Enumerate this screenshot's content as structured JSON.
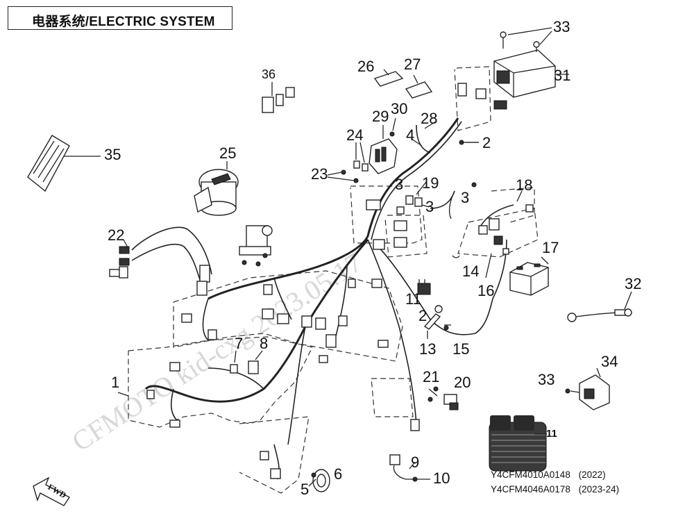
{
  "title": "电器系统/ELECTRIC SYSTEM",
  "watermark": "CFMOTO  kid-cxg  2023.05.17",
  "fwd_label": "FWD",
  "callouts": {
    "c1": "1",
    "c2a": "2",
    "c2b": "2",
    "c3a": "3",
    "c3b": "3",
    "c3c": "3",
    "c4": "4",
    "c5": "5",
    "c6": "6",
    "c7": "7",
    "c8": "8",
    "c9": "9",
    "c10": "10",
    "c11": "11",
    "c11b": "11",
    "c13": "13",
    "c14": "14",
    "c15": "15",
    "c16": "16",
    "c17": "17",
    "c18": "18",
    "c19": "19",
    "c20": "20",
    "c21": "21",
    "c22": "22",
    "c23": "23",
    "c24": "24",
    "c25": "25",
    "c26": "26",
    "c27": "27",
    "c28": "28",
    "c29": "29",
    "c30": "30",
    "c31": "31",
    "c32": "32",
    "c33a": "33",
    "c33b": "33",
    "c34": "34",
    "c35": "35",
    "c36": "36"
  },
  "part_numbers": [
    {
      "code": "Y4CFM4010A0148",
      "year": "(2022)"
    },
    {
      "code": "Y4CFM4046A0178",
      "year": "(2023-24)"
    }
  ]
}
